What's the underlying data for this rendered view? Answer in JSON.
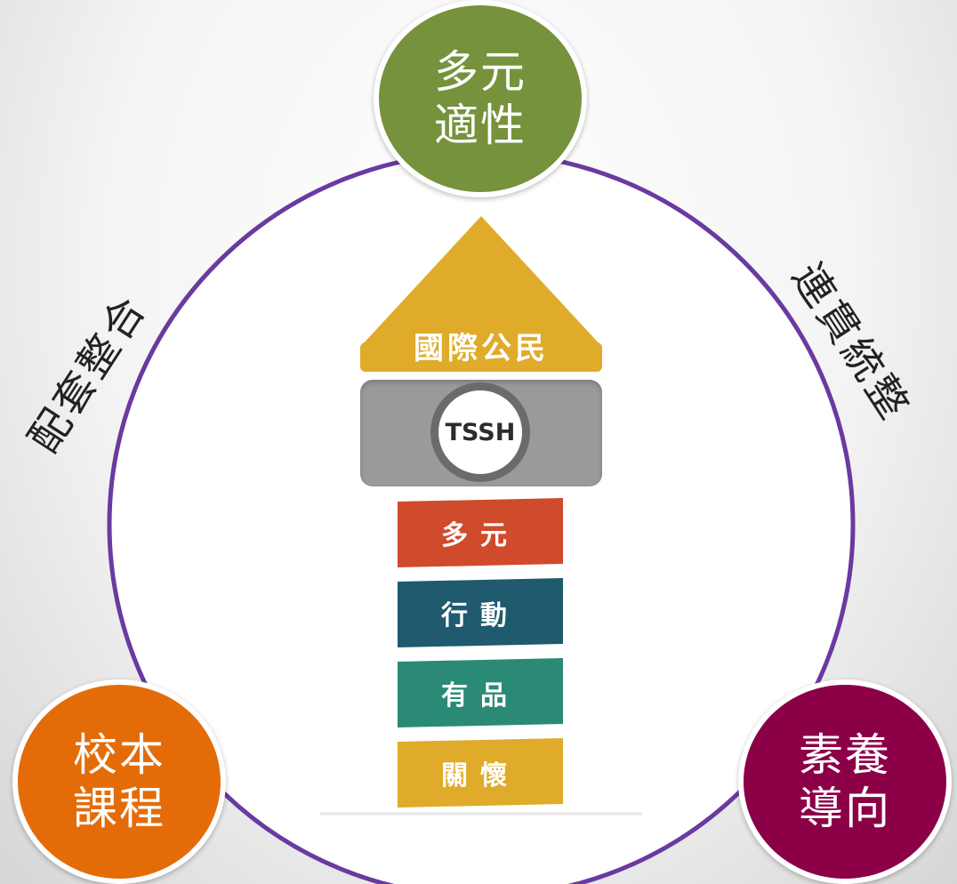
{
  "nodes": {
    "top": {
      "line1": "多元",
      "line2": "適性",
      "color": "#76923c"
    },
    "left": {
      "line1": "校本",
      "line2": "課程",
      "color": "#e36c09"
    },
    "right": {
      "line1": "素養",
      "line2": "導向",
      "color": "#8b0047"
    }
  },
  "arc_labels": {
    "left": "配套整合",
    "right": "連貫統整"
  },
  "tower": {
    "roof": {
      "label": "國際公民",
      "color": "#e0ab2a"
    },
    "badge": "TSSH",
    "blocks": [
      {
        "label": "多元",
        "color": "#d04a2c"
      },
      {
        "label": "行動",
        "color": "#1f5a6e"
      },
      {
        "label": "有品",
        "color": "#2a8a76"
      },
      {
        "label": "關懷",
        "color": "#e0ab2a"
      }
    ]
  },
  "ring_color": "#6a3aa0"
}
